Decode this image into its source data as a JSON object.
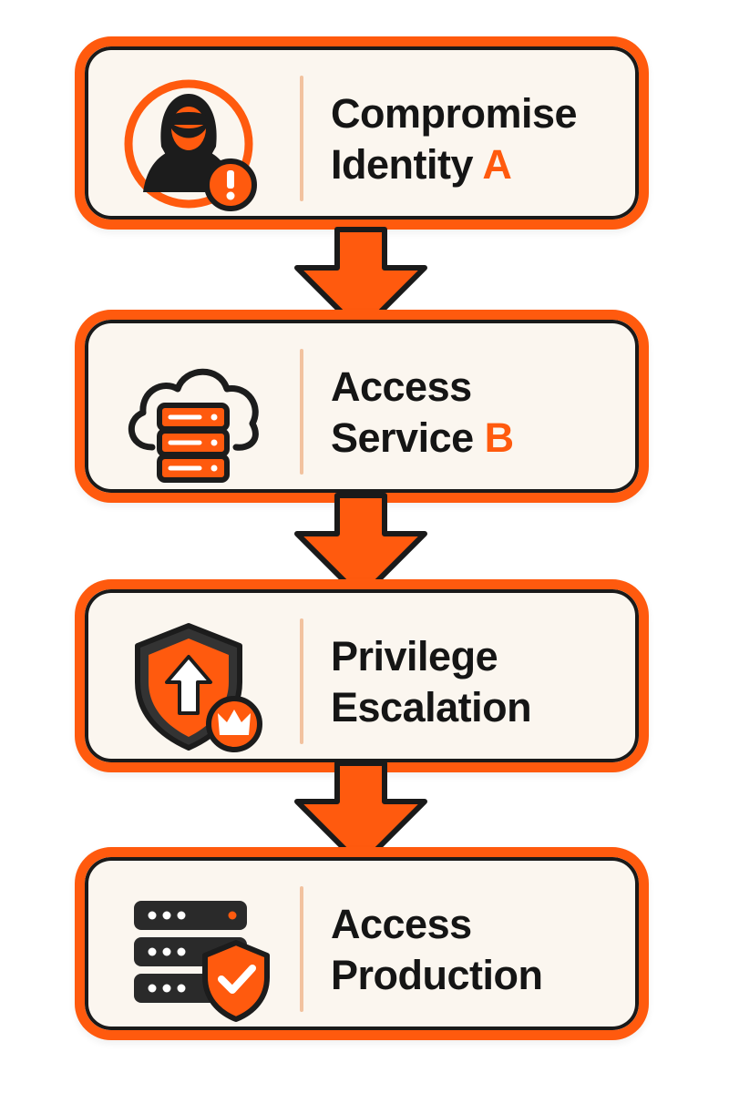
{
  "steps": [
    {
      "line1": "Compromise",
      "line2_text": "Identity",
      "line2_accent": "A",
      "icon": "hooded-attacker-icon"
    },
    {
      "line1": "Access",
      "line2_text": "Service",
      "line2_accent": "B",
      "icon": "cloud-server-icon"
    },
    {
      "line1": "Privilege",
      "line2_text": "Escalation",
      "line2_accent": "",
      "icon": "shield-escalation-icon"
    },
    {
      "line1": "Access",
      "line2_text": "Production",
      "line2_accent": "",
      "icon": "server-shield-icon"
    }
  ],
  "colors": {
    "accent": "#ff5a0e",
    "ink": "#151515",
    "card_fill": "#fbf6ef"
  }
}
